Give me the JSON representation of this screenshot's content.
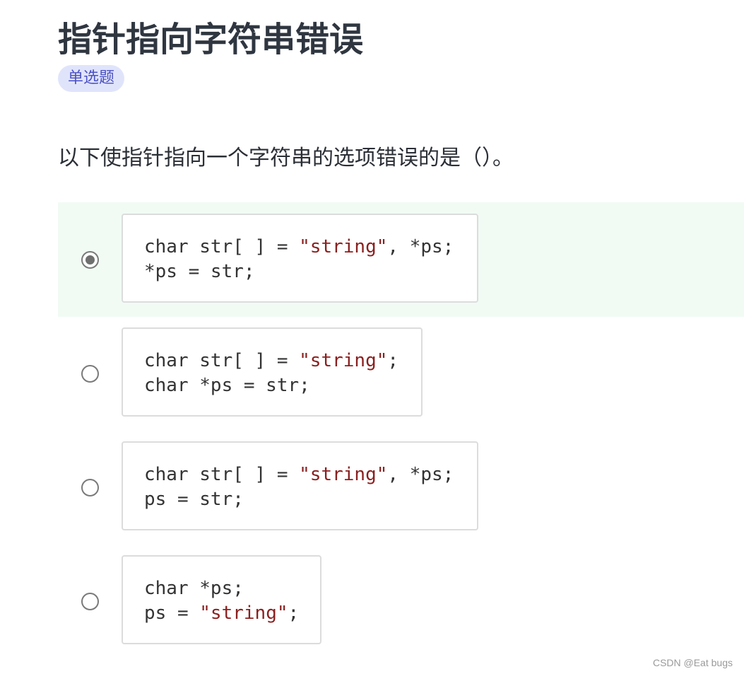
{
  "question": {
    "title": "指针指向字符串错误",
    "type_badge": "单选题",
    "prompt": "以下使指针指向一个字符串的选项错误的是（）。"
  },
  "colors": {
    "selected_row_bg": "#f1fbf4",
    "badge_bg": "#e0e4fb",
    "badge_text": "#4b52c4",
    "string_literal": "#8b1f1f"
  },
  "options": [
    {
      "selected": true,
      "line1_a": "char str[ ] = ",
      "line1_str": "\"string\"",
      "line1_b": ", *ps;",
      "line2_a": "*ps = str;",
      "line2_str": "",
      "line2_b": ""
    },
    {
      "selected": false,
      "line1_a": "char str[ ] = ",
      "line1_str": "\"string\"",
      "line1_b": ";",
      "line2_a": "char *ps = str;",
      "line2_str": "",
      "line2_b": ""
    },
    {
      "selected": false,
      "line1_a": "char str[ ] = ",
      "line1_str": "\"string\"",
      "line1_b": ", *ps;",
      "line2_a": "ps = str;",
      "line2_str": "",
      "line2_b": ""
    },
    {
      "selected": false,
      "line1_a": "char *ps;",
      "line1_str": "",
      "line1_b": "",
      "line2_a": "ps = ",
      "line2_str": "\"string\"",
      "line2_b": ";"
    }
  ],
  "watermark": "CSDN @Eat bugs"
}
